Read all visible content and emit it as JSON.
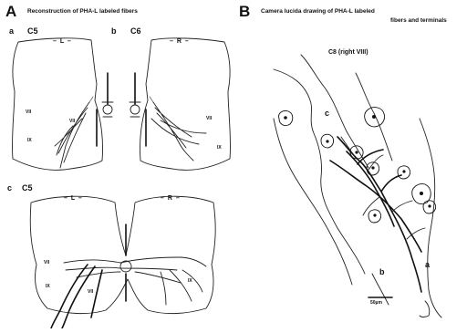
{
  "panel_A": {
    "letter": "A",
    "title": "Reconstruction of PHA-L labeled fibers",
    "sub_a": {
      "letter": "a",
      "segment": "C5",
      "side": "– L –"
    },
    "sub_b": {
      "letter": "b",
      "segment": "C6",
      "side": "– R –"
    },
    "sub_c": {
      "letter": "c",
      "segment": "C5",
      "side_left": "– L –",
      "side_right": "– R –"
    },
    "region_labels": {
      "vii": "VII",
      "ix": "IX"
    }
  },
  "panel_B": {
    "letter": "B",
    "title_line1": "Camera lucida drawing of PHA-L labeled",
    "title_line2": "fibers and terminals",
    "subtitle": "C8 (right VIII)",
    "fiber_labels": {
      "a": "a",
      "b": "b",
      "c": "c"
    },
    "scale_bar": "50µm"
  }
}
